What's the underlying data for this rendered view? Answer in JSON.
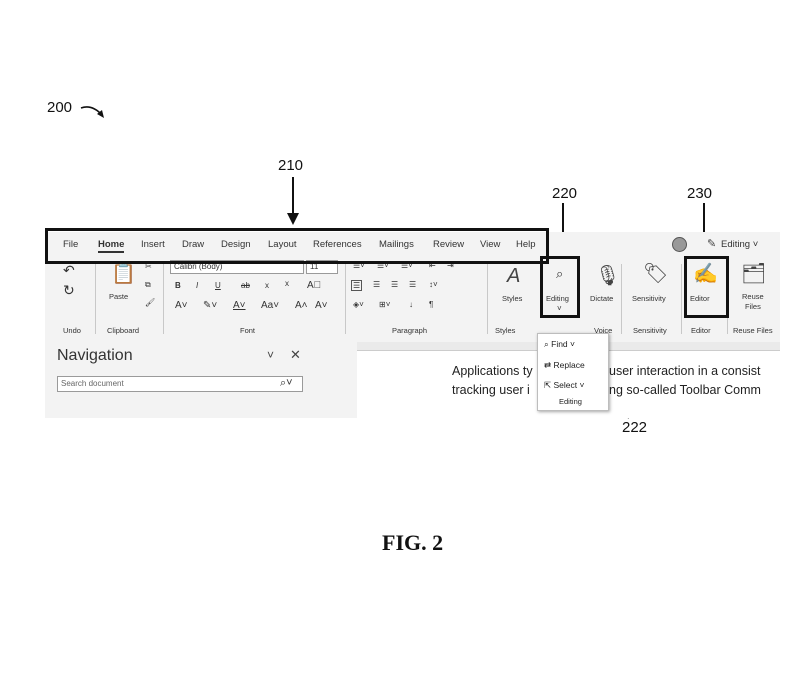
{
  "figure": {
    "label": "FIG. 2",
    "refs": {
      "r200": "200",
      "r210": "210",
      "r220": "220",
      "r230": "230",
      "r222": "222"
    }
  },
  "tabs": [
    "File",
    "Home",
    "Insert",
    "Draw",
    "Design",
    "Layout",
    "References",
    "Mailings",
    "Review",
    "View",
    "Help"
  ],
  "title_right": {
    "editing_mode": "Editing"
  },
  "ribbon": {
    "groups": {
      "undo": "Undo",
      "clipboard": "Clipboard",
      "font": "Font",
      "paragraph": "Paragraph",
      "styles": "Styles",
      "voice": "Voice",
      "sensitivity": "Sensitivity",
      "editor": "Editor",
      "reuse_files": "Reuse Files"
    },
    "font_name": "Calibri (Body)",
    "font_size": "11",
    "buttons": {
      "paste": "Paste",
      "styles": "Styles",
      "editing": "Editing",
      "dictate": "Dictate",
      "sensitivity": "Sensitivity",
      "editor": "Editor",
      "reuse_line1": "Reuse",
      "reuse_line2": "Files"
    },
    "font_glyphs": {
      "bold": "B",
      "italic": "I",
      "underline": "U",
      "strike": "ab",
      "sub": "x",
      "sup": "x",
      "aa": "Aa"
    }
  },
  "navigation": {
    "title": "Navigation",
    "search_placeholder": "Search document"
  },
  "document": {
    "line1_left": "Applications ty",
    "line1_right": "user interaction in a consist",
    "line2_left": "tracking user i",
    "line2_right": "ng so-called Toolbar Comm"
  },
  "editing_dropdown": {
    "items": [
      "Find",
      "Replace",
      "Select"
    ],
    "footer": "Editing"
  }
}
